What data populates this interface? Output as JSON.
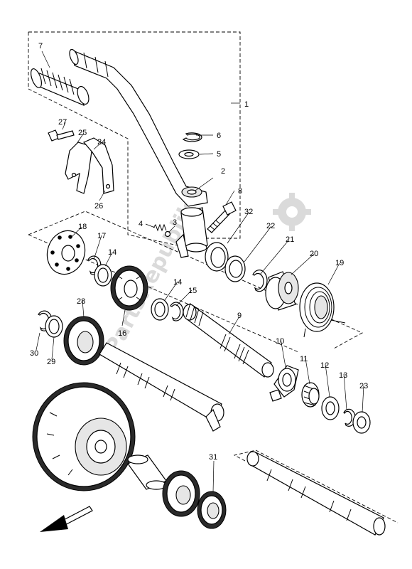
{
  "callouts": [
    {
      "id": "1",
      "text": "1"
    },
    {
      "id": "2",
      "text": "2"
    },
    {
      "id": "3",
      "text": "3"
    },
    {
      "id": "4",
      "text": "4"
    },
    {
      "id": "5",
      "text": "5"
    },
    {
      "id": "6",
      "text": "6"
    },
    {
      "id": "7",
      "text": "7"
    },
    {
      "id": "8",
      "text": "8"
    },
    {
      "id": "9",
      "text": "9"
    },
    {
      "id": "10",
      "text": "10"
    },
    {
      "id": "11",
      "text": "11"
    },
    {
      "id": "12",
      "text": "12"
    },
    {
      "id": "13",
      "text": "13"
    },
    {
      "id": "14a",
      "text": "14"
    },
    {
      "id": "14b",
      "text": "14"
    },
    {
      "id": "15",
      "text": "15"
    },
    {
      "id": "16",
      "text": "16"
    },
    {
      "id": "17",
      "text": "17"
    },
    {
      "id": "18",
      "text": "18"
    },
    {
      "id": "19",
      "text": "19"
    },
    {
      "id": "20",
      "text": "20"
    },
    {
      "id": "21",
      "text": "21"
    },
    {
      "id": "22",
      "text": "22"
    },
    {
      "id": "23",
      "text": "23"
    },
    {
      "id": "24",
      "text": "24"
    },
    {
      "id": "25",
      "text": "25"
    },
    {
      "id": "26",
      "text": "26"
    },
    {
      "id": "27",
      "text": "27"
    },
    {
      "id": "28",
      "text": "28"
    },
    {
      "id": "29",
      "text": "29"
    },
    {
      "id": "30",
      "text": "30"
    },
    {
      "id": "31",
      "text": "31"
    },
    {
      "id": "32",
      "text": "32"
    }
  ],
  "watermark": {
    "text": "PartsRepublik"
  },
  "colors": {
    "ink": "#000000",
    "paper": "#ffffff",
    "watermark": "#d7d7d7"
  },
  "icons": {
    "direction_arrow": "front-direction-arrow-icon",
    "watermark_gear": "gear-icon"
  }
}
